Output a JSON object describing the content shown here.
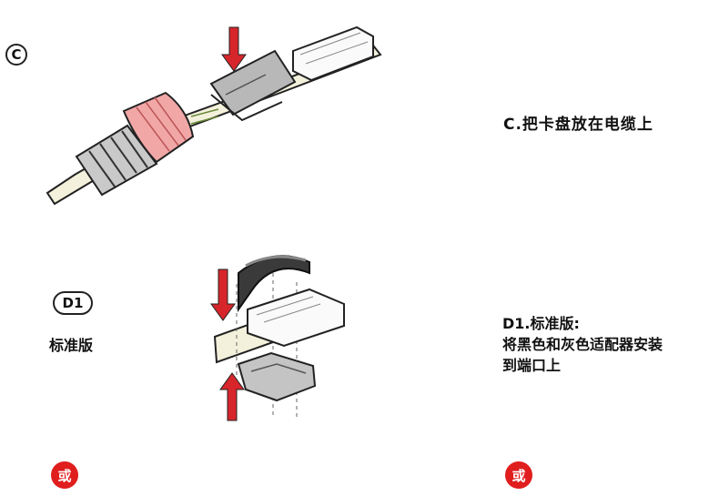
{
  "step_c": {
    "marker": "C",
    "caption": "C.把卡盘放在电缆上"
  },
  "step_d1": {
    "marker": "D1",
    "version_label": "标准版",
    "caption_lines": [
      "D1.标准版:",
      "将黑色和灰色适配器安装",
      "到端口上"
    ]
  },
  "or_badges": {
    "left": "或",
    "right": "或"
  },
  "colors": {
    "arrow_red": "#d7262b",
    "boot_pink": "#f2a7a7",
    "cable_cream": "#f3f1dc",
    "badge_red": "#e01e1e"
  }
}
